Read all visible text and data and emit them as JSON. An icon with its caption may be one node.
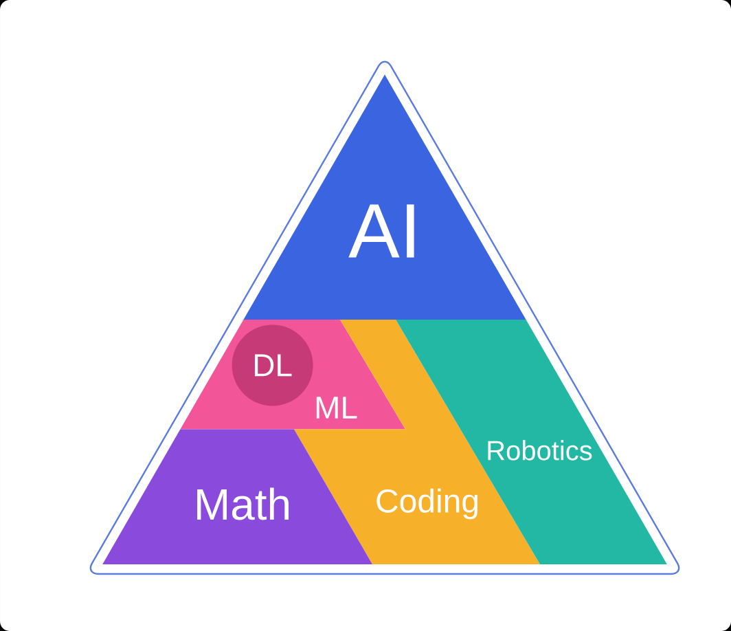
{
  "diagram": {
    "nodes": [
      {
        "text": [
          "AI"
        ]
      },
      {
        "text": [
          "ML"
        ]
      },
      {
        "text": [
          "DL"
        ],
        "in": 1
      },
      {
        "text": [
          "Coding"
        ]
      },
      {
        "text": [
          "Robotics"
        ]
      },
      {
        "text": [
          "Math"
        ]
      }
    ]
  }
}
